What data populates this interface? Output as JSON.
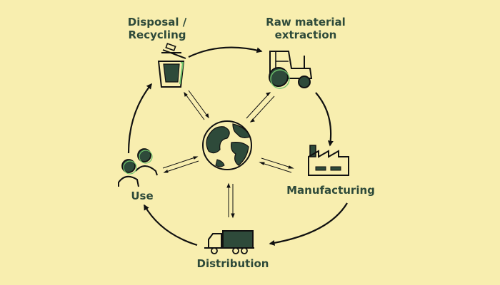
{
  "diagram": {
    "title": "",
    "stages": {
      "disposal": {
        "line1": "Disposal /",
        "line2": "Recycling",
        "icon": "trash-bin-icon"
      },
      "raw_material": {
        "line1": "Raw material",
        "line2": "extraction",
        "icon": "tractor-icon"
      },
      "manufacturing": {
        "label": "Manufacturing",
        "icon": "factory-icon"
      },
      "distribution": {
        "label": "Distribution",
        "icon": "delivery-truck-icon"
      },
      "use": {
        "label": "Use",
        "icon": "people-icon"
      }
    },
    "center": {
      "icon": "globe-icon"
    },
    "colors": {
      "background": "#f8eeaf",
      "ink": "#111111",
      "fill_dark": "#2e4a3a",
      "accent_green": "#6fc36b",
      "label": "#2e4a3a"
    }
  }
}
